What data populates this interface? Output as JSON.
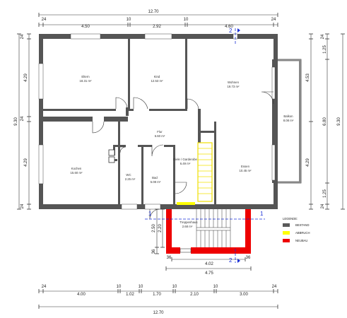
{
  "dimensions": {
    "top_total": "12.70",
    "top_segments": [
      "24",
      "4.50",
      "10",
      "2.92",
      "10",
      "4.60",
      "24"
    ],
    "bottom_segments": [
      "24",
      "4.00",
      "10",
      "1.02",
      "10",
      "1.70",
      "10",
      "2.10",
      "10",
      "3.00",
      "24"
    ],
    "bottom_total": "12.70",
    "left_total": "9.30",
    "left_segments": [
      "24",
      "4.29",
      "24",
      "4.29",
      "24"
    ],
    "right_total": "9.30",
    "right_outer": [
      "24",
      "1.25",
      "6.80",
      "1.25",
      "24"
    ],
    "right_inner": [
      "4.53",
      "4.29"
    ],
    "stair_width": "4.02",
    "stair_outer": "4.75",
    "stair_wall_left": "36",
    "stair_wall_right": "36",
    "stair_depth": "2.20",
    "stair_depth2": "2.50",
    "stair_bottom_wall": "36"
  },
  "rooms": {
    "eltern": {
      "name": "Eltern",
      "area": "18.31 m²"
    },
    "kind": {
      "name": "Kind",
      "area": "12.53 m²"
    },
    "wohnen": {
      "name": "Wohnen",
      "area": "19.73 m²"
    },
    "balkon": {
      "name": "Balkon",
      "area": "8.08 m²"
    },
    "flur": {
      "name": "Flur",
      "area": "6.60 m²"
    },
    "kochen": {
      "name": "Kochen",
      "area": "15.60 m²"
    },
    "wc": {
      "name": "WC",
      "area": "2.25 m²"
    },
    "bad": {
      "name": "Bad",
      "area": "5.08 m²"
    },
    "diele": {
      "name": "Diele / Garderobe",
      "area": "6.49 m²"
    },
    "essen": {
      "name": "Essen",
      "area": "10.45 m²"
    },
    "treppenhaus": {
      "name": "Treppenhaus",
      "area": "2.68 m²"
    }
  },
  "sections": {
    "label_2": "2",
    "label_1": "1"
  },
  "legend": {
    "title": "LEGENDE:",
    "items": [
      {
        "label": "BESTAND",
        "color": "#5a5a5a"
      },
      {
        "label": "ABBRUCH",
        "color": "#ffff00"
      },
      {
        "label": "NEUBAU",
        "color": "#ee0000"
      }
    ]
  }
}
